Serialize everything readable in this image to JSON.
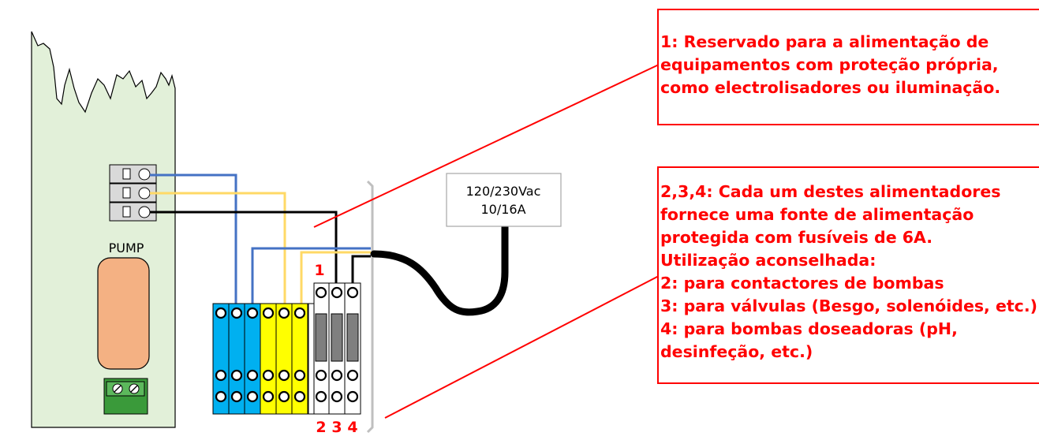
{
  "device": {
    "pump_label": "PUMP"
  },
  "power": {
    "label_line1": "120/230Vac",
    "label_line2": "10/16A"
  },
  "terminal_labels": {
    "t1": "1",
    "t2": "2",
    "t3": "3",
    "t4": "4"
  },
  "note1": {
    "lines": [
      "1: Reservado para a alimentação de",
      "equipamentos com proteção própria,",
      "como electrolisadores ou iluminação."
    ]
  },
  "note2": {
    "lines": [
      "2,3,4: Cada um destes alimentadores",
      "fornece uma fonte de alimentação",
      "protegida com fusíveis de 6A.",
      "Utilização aconselhada:",
      "2: para contactores de bombas",
      "3: para válvulas (Besgo, solenóides, etc.)",
      "4: para bombas doseadoras (pH,",
      "desinfeção, etc.)"
    ]
  },
  "colors": {
    "callout": "#ff0000",
    "panel": "#e2f0d9",
    "blue_wire": "#4472c4",
    "yellow_wire": "#ffd966",
    "black_wire": "#000000",
    "blue_terminal": "#00b0f0",
    "yellow_terminal": "#ffff00",
    "pump_block": "#f4b183",
    "connector_green": "#3a9a3a"
  }
}
